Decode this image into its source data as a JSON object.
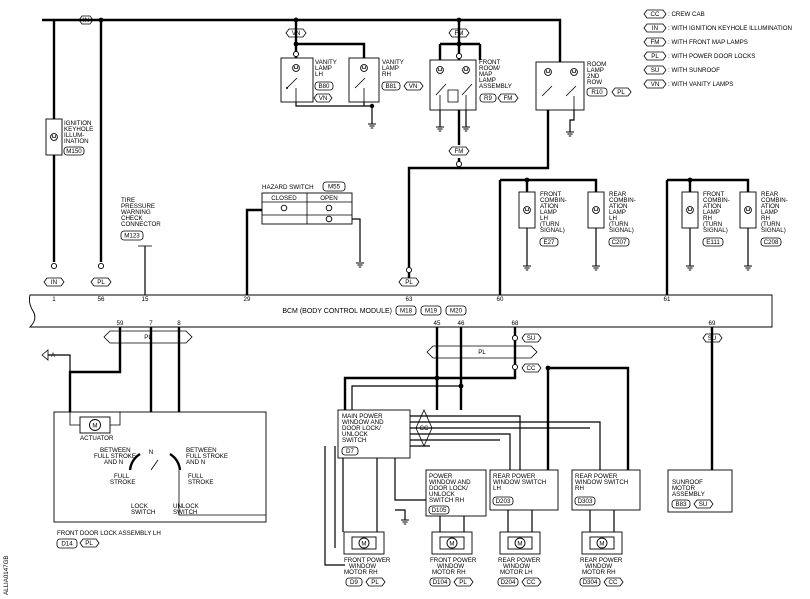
{
  "legend": [
    {
      "code": "CC",
      "desc": ": CREW CAB"
    },
    {
      "code": "IN",
      "desc": ": WITH IGNITION KEYHOLE ILLUMINATION"
    },
    {
      "code": "FM",
      "desc": ": WITH FRONT MAP LAMPS"
    },
    {
      "code": "PL",
      "desc": ": WITH POWER DOOR LOCKS"
    },
    {
      "code": "SU",
      "desc": ": WITH SUNROOF"
    },
    {
      "code": "VN",
      "desc": ": WITH VANITY LAMPS"
    }
  ],
  "bcm": {
    "label": "BCM (BODY CONTROL MODULE)",
    "connectors": [
      "M18",
      "M19",
      "M20"
    ],
    "pins_top": [
      "1",
      "56",
      "15",
      "29",
      "63",
      "60",
      "61"
    ],
    "pins_bottom": [
      "59",
      "7",
      "8",
      "45",
      "46",
      "68",
      "69"
    ]
  },
  "tags": {
    "in": "IN",
    "pl": "PL",
    "vn": "VN",
    "fm": "FM",
    "su": "SU",
    "cc": "CC",
    "a": "A"
  },
  "components": {
    "keyhole": {
      "lines": [
        "IGNITION",
        "KEYHOLE",
        "ILLUM-",
        "INATION"
      ],
      "conn": "M150"
    },
    "tire": {
      "lines": [
        "TIRE",
        "PRESSURE",
        "WARNING",
        "CHECK",
        "CONNECTOR"
      ],
      "conn": "M123"
    },
    "hazard": {
      "title": "HAZARD SWITCH",
      "conn": "M55",
      "closed": "CLOSED",
      "open": "OPEN"
    },
    "vanity_lh": {
      "lines": [
        "VANITY",
        "LAMP",
        "LH"
      ],
      "conn": "B80"
    },
    "vanity_rh": {
      "lines": [
        "VANITY",
        "LAMP",
        "RH"
      ],
      "conn": "B81"
    },
    "front_map": {
      "lines": [
        "FRONT",
        "ROOM/",
        "MAP",
        "LAMP",
        "ASSEMBLY"
      ],
      "conn": "R9"
    },
    "room2": {
      "lines": [
        "ROOM",
        "LAMP",
        "2ND",
        "ROW"
      ],
      "conn": "R10"
    },
    "fcl_lh": {
      "lines": [
        "FRONT",
        "COMBIN-",
        "ATION",
        "LAMP",
        "LH",
        "(TURN",
        "SIGNAL)"
      ],
      "conn": "E27"
    },
    "rcl_lh": {
      "lines": [
        "REAR",
        "COMBIN-",
        "ATION",
        "LAMP",
        "LH",
        "(TURN",
        "SIGNAL)"
      ],
      "conn": "C207"
    },
    "fcl_rh": {
      "lines": [
        "FRONT",
        "COMBIN-",
        "ATION",
        "LAMP",
        "RH",
        "(TURN",
        "SIGNAL)"
      ],
      "conn": "E111"
    },
    "rcl_rh": {
      "lines": [
        "REAR",
        "COMBIN-",
        "ATION",
        "LAMP",
        "RH",
        "(TURN",
        "SIGNAL)"
      ],
      "conn": "C208"
    },
    "door_lock": {
      "actuator": "ACTUATOR",
      "between_l": [
        "BETWEEN",
        "FULL STROKE",
        "AND N"
      ],
      "between_r": [
        "BETWEEN",
        "FULL STROKE",
        "AND N"
      ],
      "n": "N",
      "full_l": [
        "FULL",
        "STROKE"
      ],
      "full_r": [
        "FULL",
        "STROKE"
      ],
      "lock": [
        "LOCK",
        "SWITCH"
      ],
      "unlock": [
        "UNLOCK",
        "SWITCH"
      ],
      "title": "FRONT DOOR  LOCK ASSEMBLY LH",
      "conn": "D14"
    },
    "main_pw": {
      "lines": [
        "MAIN POWER",
        "WINDOW AND",
        "DOOR LOCK/",
        "UNLOCK",
        "SWITCH"
      ],
      "conn": "D7"
    },
    "pw_rh": {
      "lines": [
        "POWER",
        "WINDOW AND",
        "DOOR LOCK/",
        "UNLOCK",
        "SWITCH RH"
      ],
      "conn": "D105"
    },
    "rpw_lh": {
      "lines": [
        "REAR POWER",
        "WINDOW SWITCH",
        "LH"
      ],
      "conn": "D203"
    },
    "rpw_rh": {
      "lines": [
        "REAR POWER",
        "WINDOW SWITCH",
        "RH"
      ],
      "conn": "D303"
    },
    "sunroof": {
      "lines": [
        "SUNROOF",
        "MOTOR",
        "ASSEMBLY"
      ],
      "conn": "B83"
    },
    "fpm_rh": {
      "lines": [
        "FRONT POWER",
        "WINDOW",
        "MOTOR RH"
      ],
      "conn": "D9"
    },
    "fpm_rh2": {
      "lines": [
        "FRONT POWER",
        "WINDOW",
        "MOTOR RH"
      ],
      "conn": "D104"
    },
    "rpm_lh": {
      "lines": [
        "REAR POWER",
        "WINDOW",
        "MOTOR LH"
      ],
      "conn": "D204"
    },
    "rpm_rh": {
      "lines": [
        "REAR POWER",
        "WINDOW",
        "MOTOR RH"
      ],
      "conn": "D304"
    }
  },
  "motor_symbol": "M",
  "side_code": "ALLIA0147GB"
}
